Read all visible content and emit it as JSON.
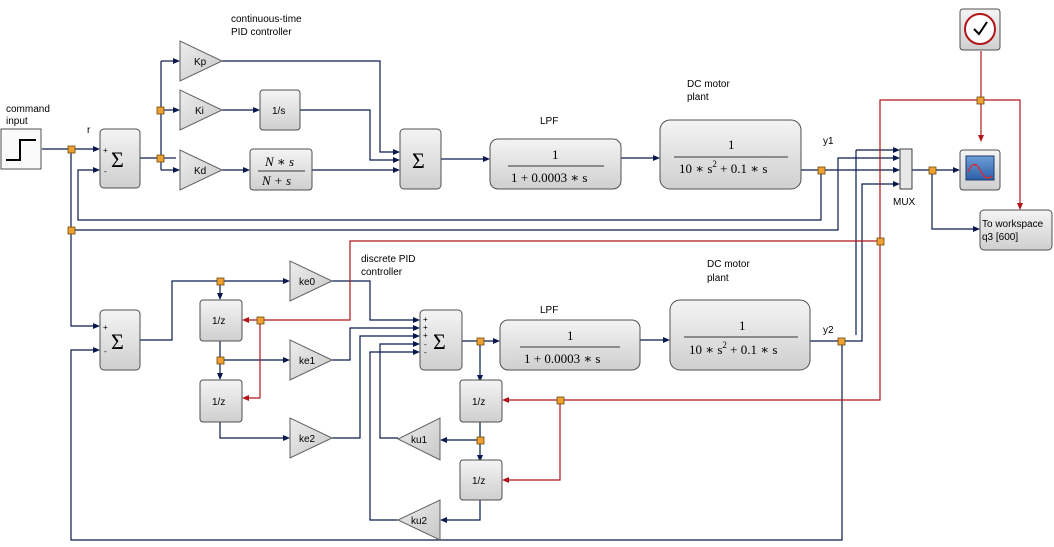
{
  "labels": {
    "command_input_1": "command",
    "command_input_2": "input",
    "r": "r",
    "pid_title_1": "continuous-time",
    "pid_title_2": "PID controller",
    "lpf_top": "LPF",
    "dc_top_1": "DC motor",
    "dc_top_2": "plant",
    "y1": "y1",
    "mux": "MUX",
    "dpid_1": "discrete PID",
    "dpid_2": "controller",
    "lpf_bot": "LPF",
    "dc_bot_1": "DC motor",
    "dc_bot_2": "plant",
    "y2": "y2"
  },
  "blocks": {
    "kp": "Kp",
    "ki": "Ki",
    "kd": "Kd",
    "integrator": "1/s",
    "deriv_num": "N ∗ s",
    "deriv_den": "N + s",
    "sum_symbol": "Σ",
    "lpf_num": "1",
    "lpf_den": "1 + 0.0003 ∗ s",
    "plant_num": "1",
    "plant_den_a": "10 ∗ s",
    "plant_den_exp": "2",
    "plant_den_b": " + 0.1 ∗ s",
    "ke0": "ke0",
    "ke1": "ke1",
    "ke2": "ke2",
    "delay": "1/z",
    "ku1": "ku1",
    "ku2": "ku2",
    "workspace_1": "To workspace",
    "workspace_2": "q3 [600]"
  },
  "signs": {
    "plus": "+",
    "minus": "-"
  }
}
